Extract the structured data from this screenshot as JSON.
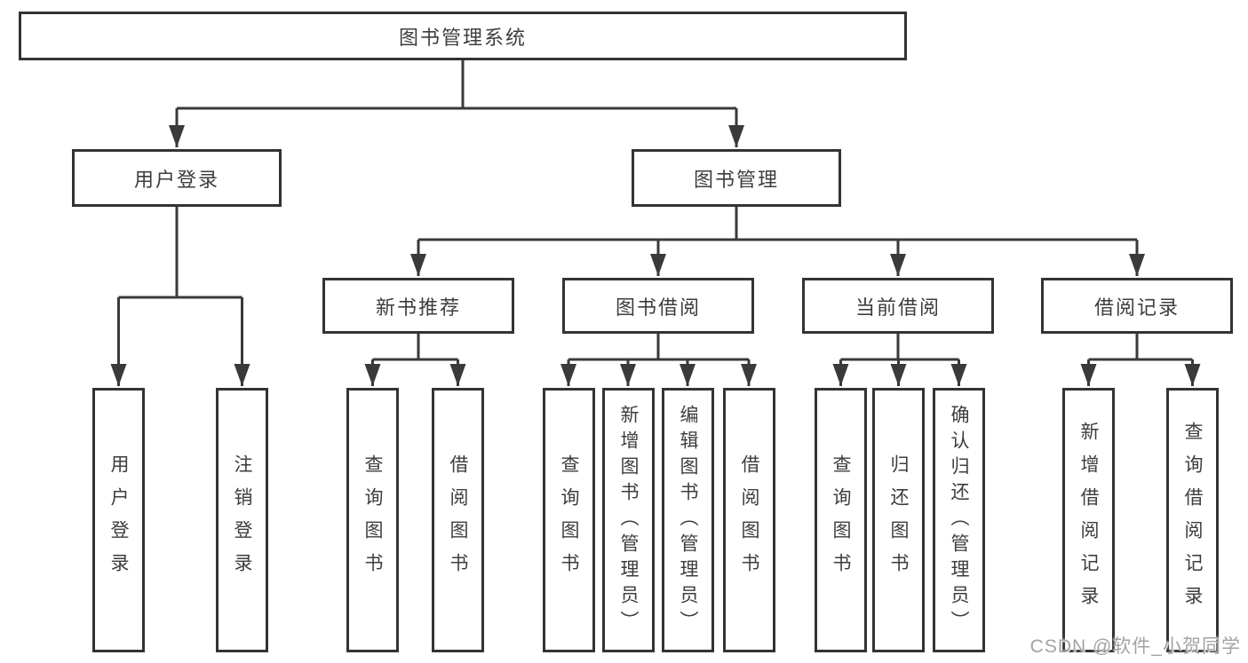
{
  "colors": {
    "line": "#3a3a3a",
    "box_border": "#333333",
    "text": "#3d3d3d",
    "background": "#ffffff",
    "watermark": "#a3a3a3"
  },
  "diagram": {
    "root": {
      "label": "图书管理系统"
    },
    "level2": [
      {
        "label": "用户登录"
      },
      {
        "label": "图书管理"
      }
    ],
    "level3": [
      {
        "label": "新书推荐",
        "parent": "图书管理"
      },
      {
        "label": "图书借阅",
        "parent": "图书管理"
      },
      {
        "label": "当前借阅",
        "parent": "图书管理"
      },
      {
        "label": "借阅记录",
        "parent": "图书管理"
      }
    ],
    "leaves": [
      {
        "label": "用户登录",
        "parent": "用户登录"
      },
      {
        "label": "注销登录",
        "parent": "用户登录"
      },
      {
        "label": "查询图书",
        "parent": "新书推荐"
      },
      {
        "label": "借阅图书",
        "parent": "新书推荐"
      },
      {
        "label": "查询图书",
        "parent": "图书借阅"
      },
      {
        "label": "新增图书（管理员）",
        "parent": "图书借阅"
      },
      {
        "label": "编辑图书（管理员）",
        "parent": "图书借阅"
      },
      {
        "label": "借阅图书",
        "parent": "图书借阅"
      },
      {
        "label": "查询图书",
        "parent": "当前借阅"
      },
      {
        "label": "归还图书",
        "parent": "当前借阅"
      },
      {
        "label": "确认归还（管理员）",
        "parent": "当前借阅"
      },
      {
        "label": "新增借阅记录",
        "parent": "借阅记录"
      },
      {
        "label": "查询借阅记录",
        "parent": "借阅记录"
      }
    ]
  },
  "watermark": {
    "text": "CSDN @软件_小贺同学"
  }
}
